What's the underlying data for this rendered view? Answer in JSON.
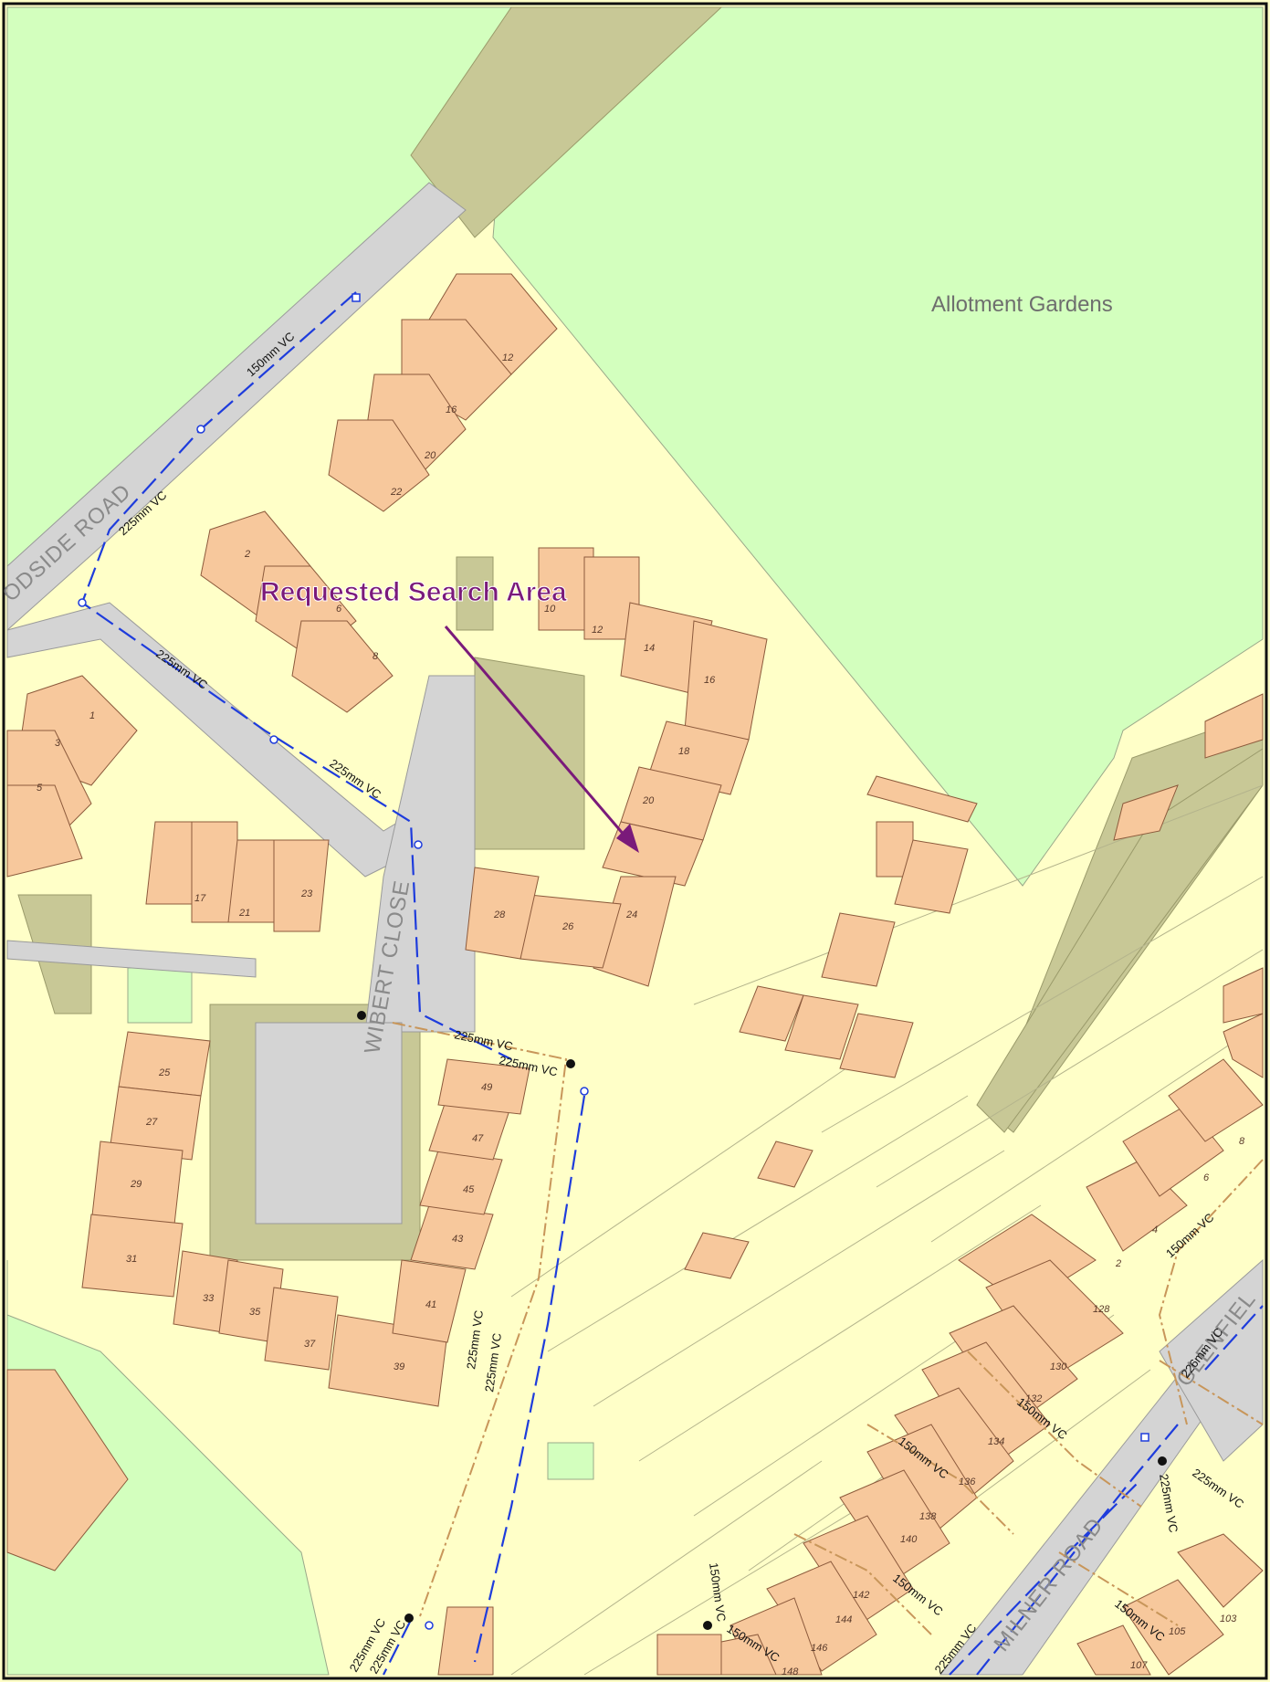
{
  "map": {
    "colors": {
      "border": "#111111",
      "green": "#d3ffbe",
      "land": "#ffffc8",
      "building": "#f7c89c",
      "building_stroke": "#8c5a3c",
      "road": "#d4d4d4",
      "verge": "#c8c896",
      "surface_sewer": "#1e3cdc",
      "foul_sewer": "#c8965a",
      "annotation": "#7a1a7a"
    },
    "area_labels": {
      "allotments": "Allotment Gardens"
    },
    "street_labels": {
      "woodside": "ODSIDE ROAD",
      "wibert": "WIBERT CLOSE",
      "milner": "MILNER ROAD",
      "glenfield": "GLENFIEL"
    },
    "annotation": {
      "label": "Requested Search Area"
    },
    "house_numbers": [
      "12",
      "16",
      "20",
      "22",
      "2",
      "6",
      "8",
      "10",
      "12",
      "14",
      "16",
      "18",
      "20",
      "24",
      "26",
      "28",
      "1",
      "3",
      "5",
      "17",
      "21",
      "23",
      "25",
      "27",
      "29",
      "31",
      "33",
      "35",
      "37",
      "39",
      "41",
      "43",
      "45",
      "47",
      "49",
      "128",
      "130",
      "132",
      "134",
      "136",
      "138",
      "140",
      "142",
      "144",
      "146",
      "148",
      "2",
      "4",
      "6",
      "8",
      "105",
      "103",
      "107"
    ],
    "pipe_labels": [
      "150mm VC",
      "225mm VC",
      "225mm VC",
      "225mm VC",
      "225mm VC",
      "225mm VC",
      "225mm VC",
      "225mm VC",
      "225mm VC",
      "225mm VC",
      "150mm VC",
      "150mm VC",
      "150mm VC",
      "225mm VC",
      "225mm VC",
      "150mm VC",
      "150mm VC",
      "150mm VC",
      "225mm VC",
      "150mm VC",
      "226mm VC"
    ]
  }
}
